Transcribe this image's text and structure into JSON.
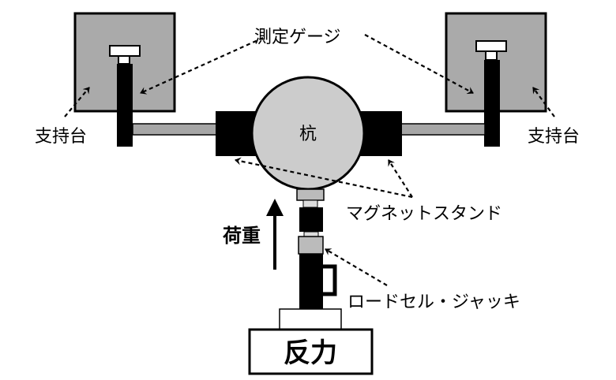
{
  "labels": {
    "gauge": "測定ゲージ",
    "support_left": "支持台",
    "support_right": "支持台",
    "pile": "杭",
    "magnet_stand": "マグネットスタンド",
    "load": "荷重",
    "loadcell_jack": "ロードセル・ジャッキ",
    "reaction": "反力"
  },
  "colors": {
    "support_fill": "#aaaaaa",
    "pile_fill": "#cccccc",
    "rod_fill": "#a6a6a6",
    "black": "#000000"
  }
}
